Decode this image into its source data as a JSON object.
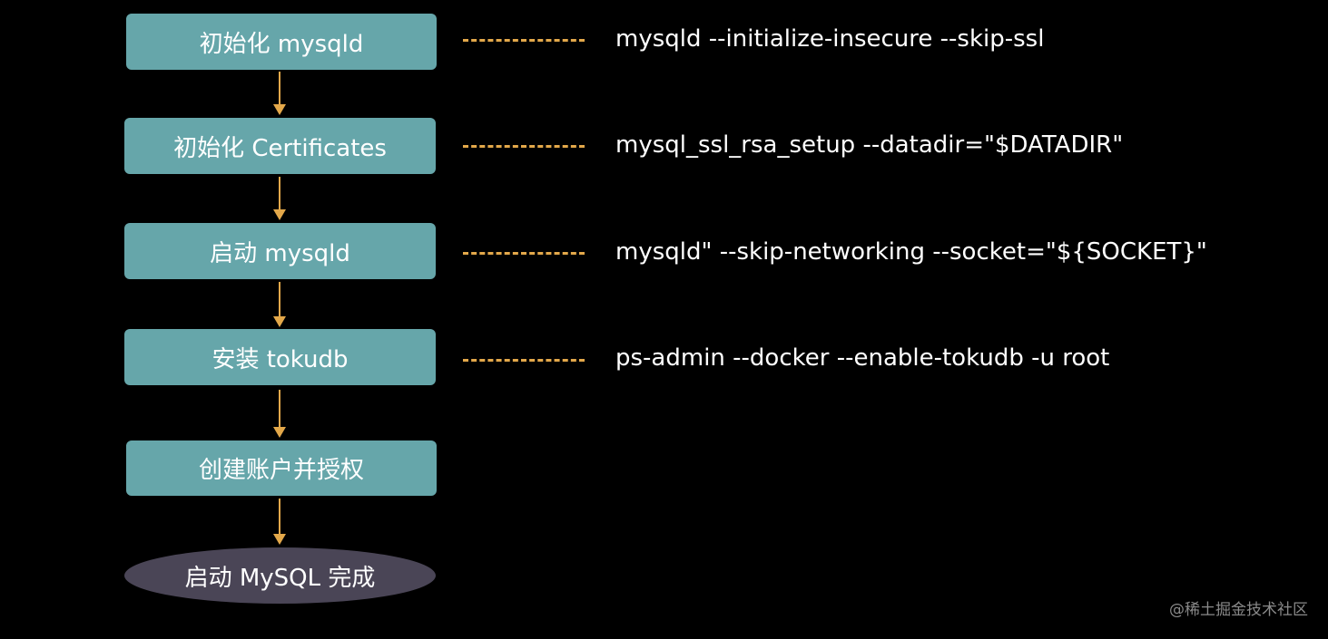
{
  "steps": [
    {
      "label": "初始化 mysqld",
      "command": "mysqld --initialize-insecure --skip-ssl"
    },
    {
      "label": "初始化 Certificates",
      "command": "mysql_ssl_rsa_setup --datadir=\"$DATADIR\""
    },
    {
      "label": "启动 mysqld",
      "command": "mysqld\" --skip-networking --socket=\"${SOCKET}\""
    },
    {
      "label": "安装 tokudb",
      "command": "ps-admin --docker --enable-tokudb -u root"
    },
    {
      "label": "创建账户并授权"
    },
    {
      "label": "启动 MySQL 完成"
    }
  ],
  "watermark": "@稀土掘金技术社区",
  "colors": {
    "background": "#000000",
    "step_fill": "#66a6aa",
    "final_fill": "#4a4556",
    "connector": "#e3a84a",
    "text": "#ffffff"
  }
}
